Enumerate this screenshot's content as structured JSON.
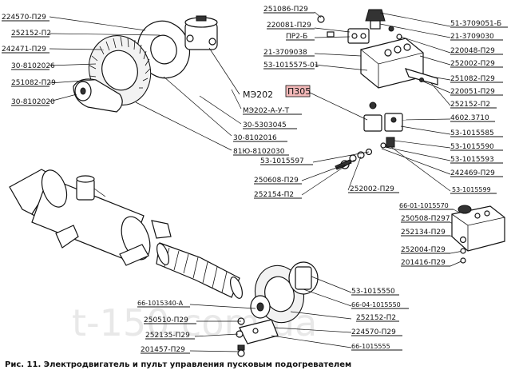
{
  "watermark": "t-150.com.ua",
  "caption": "Рис. 11.  Электродвигатель и пульт управления пусковым подогревателем",
  "colors": {
    "ink": "#111111",
    "paper": "#ffffff",
    "highlight": "#f3b8b8"
  },
  "labels": {
    "l224570_top": "224570-П29",
    "l252152_top": "252152-П2",
    "l242471": "242471-П29",
    "l30_8102026": "30-8102026",
    "l251082_left": "251082-П29",
    "l30_8102020": "30-8102020",
    "model_me202": "МЭ202",
    "l_me202_aut": "МЭ202-А-У-Т",
    "l30_5303045": "30-5303045",
    "l30_8102016": "30-8102016",
    "l81yu_8102030": "81Ю-8102030",
    "l251086": "251086-П29",
    "l220081": "220081-П29",
    "l_pr2b": "ПР2-Б",
    "l21_3709038": "21-3709038",
    "l53_1015575_01": "53-1015575-01",
    "model_p305": "П305",
    "l51_3709051_b": "51-3709051-Б",
    "l21_3709030": "21-3709030",
    "l220048": "220048-П29",
    "l252002_top": "252002-П29",
    "l251082_right": "251082-П29",
    "l220051": "220051-П29",
    "l252152_right": "252152-П2",
    "l4602_3710": "4602.3710",
    "l53_1015585": "53-1015585",
    "l53_1015590": "53-1015590",
    "l53_1015593": "53-1015593",
    "l242469": "242469-П29",
    "l53_1015597": "53-1015597",
    "l53_1015599": "53-1015599",
    "l250608": "250608-П29",
    "l252154": "252154-П2",
    "l252002_mid": "252002-П29",
    "l66_01_1015570": "66-01-1015570",
    "l250508": "250508-П297",
    "l252134": "252134-П29",
    "l252004": "252004-П29",
    "l201416": "201416-П29",
    "l53_1015550": "53-1015550",
    "l66_04_1015550": "66-04-1015550",
    "l66_1015340_a": "66-1015340-А",
    "l250510": "250510-П29",
    "l252152_bottom": "252152-П2",
    "l252135": "252135-П29",
    "l224570_bottom": "224570-П29",
    "l201457": "201457-П29",
    "l66_1015555": "66-1015555"
  }
}
